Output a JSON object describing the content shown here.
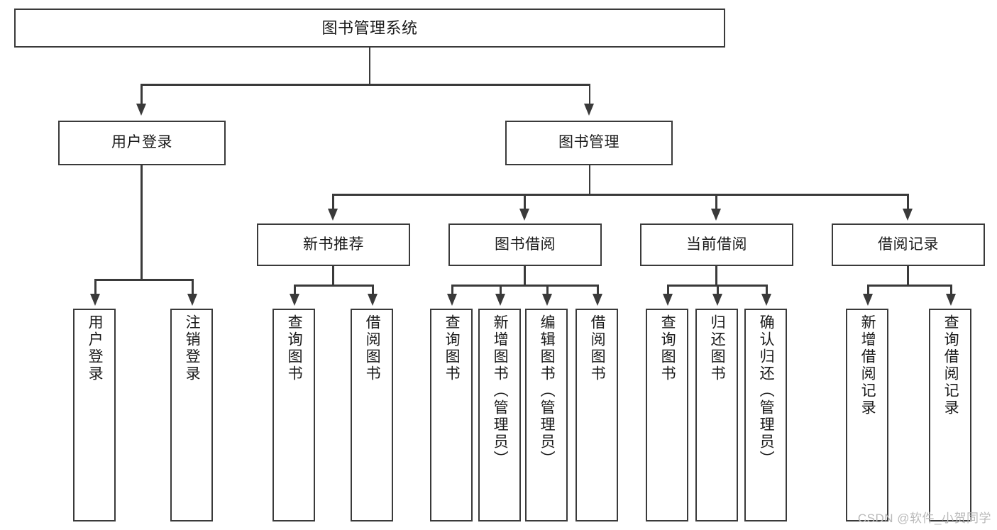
{
  "diagram": {
    "title": "图书管理系统",
    "type": "tree",
    "watermark": "CSDN @软件_小贺同学",
    "colors": {
      "stroke": "#3a3a3a",
      "fill": "#ffffff",
      "text": "#1a1a1a",
      "watermark": "#b9b9b9"
    },
    "root": {
      "label": "图书管理系统"
    },
    "level2": [
      {
        "label": "用户登录"
      },
      {
        "label": "图书管理"
      }
    ],
    "level3": [
      {
        "label": "新书推荐"
      },
      {
        "label": "图书借阅"
      },
      {
        "label": "当前借阅"
      },
      {
        "label": "借阅记录"
      }
    ],
    "leaves": {
      "user_login": [
        {
          "label": "用户登录"
        },
        {
          "label": "注销登录"
        }
      ],
      "new_book": [
        {
          "label": "查询图书"
        },
        {
          "label": "借阅图书"
        }
      ],
      "book_borrow": [
        {
          "label": "查询图书"
        },
        {
          "label": "新增图书（管理员）"
        },
        {
          "label": "编辑图书（管理员）"
        },
        {
          "label": "借阅图书"
        }
      ],
      "current_borrow": [
        {
          "label": "查询图书"
        },
        {
          "label": "归还图书"
        },
        {
          "label": "确认归还（管理员）"
        }
      ],
      "borrow_record": [
        {
          "label": "新增借阅记录"
        },
        {
          "label": "查询借阅记录"
        }
      ]
    }
  }
}
